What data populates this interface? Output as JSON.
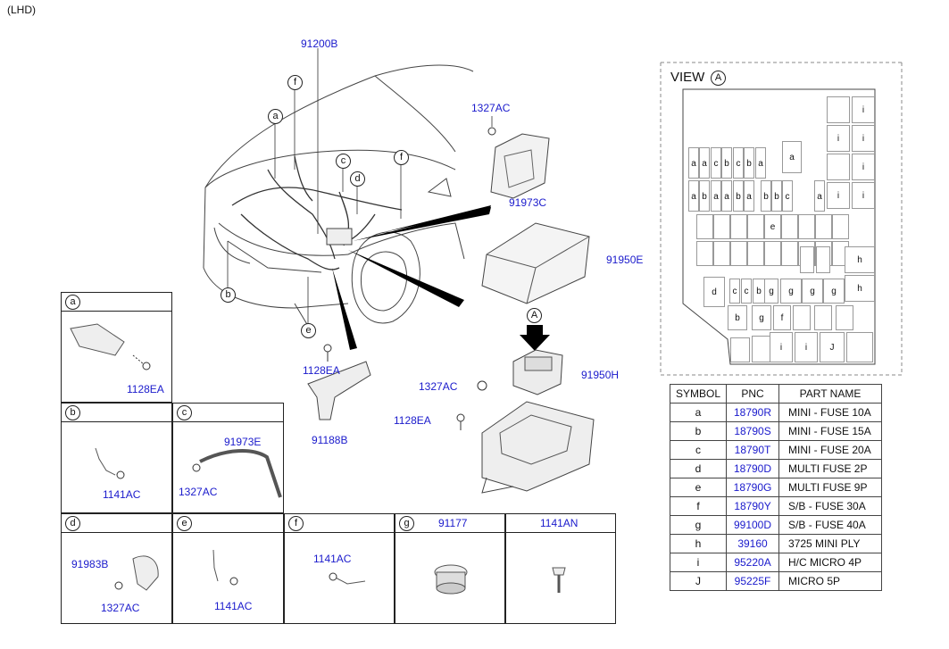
{
  "header": {
    "variant": "(LHD)"
  },
  "callouts": {
    "main_harness": "91200B",
    "bracket_screw_top": "1327AC",
    "cover": "91973C",
    "junction_box_cover": "91950E",
    "junction_box": "91950H",
    "jb_screw": "1327AC",
    "jb_bolt": "1128EA",
    "bracket_bolt": "1128EA",
    "bracket": "91188B",
    "view_marker": "A"
  },
  "circle_labels": {
    "a": "a",
    "b": "b",
    "c": "c",
    "d": "d",
    "e": "e",
    "f1": "f",
    "f2": "f"
  },
  "detail_panels": {
    "a": {
      "letter": "a",
      "part1": "1128EA"
    },
    "b": {
      "letter": "b",
      "part1": "1141AC"
    },
    "c": {
      "letter": "c",
      "part1": "91973E",
      "part2": "1327AC"
    },
    "d": {
      "letter": "d",
      "part1": "91983B",
      "part2": "1327AC"
    },
    "e": {
      "letter": "e",
      "part1": "1141AC"
    },
    "f": {
      "letter": "f",
      "part1": "1141AC"
    },
    "g": {
      "letter": "g",
      "header": "91177"
    },
    "h": {
      "header": "1141AN"
    }
  },
  "view": {
    "title": "VIEW",
    "marker": "A",
    "fuse_row1": [
      "a",
      "a",
      "c",
      "b",
      "c",
      "b",
      "a"
    ],
    "fuse_row2": [
      "a",
      "b",
      "a",
      "a",
      "b",
      "a",
      "b",
      "b",
      "c",
      "a"
    ],
    "fuse_row_c": [
      "c",
      "c",
      "b",
      "g",
      "g",
      "g",
      "g"
    ],
    "fuse_row_d": [
      "b",
      "g",
      "f"
    ],
    "right_i": [
      "i",
      "i",
      "i",
      "i",
      "i",
      "i"
    ],
    "misc": {
      "d": "d",
      "e": "e",
      "h1": "h",
      "h2": "h",
      "a_small": "a",
      "i1": "i",
      "i2": "i",
      "J": "J"
    }
  },
  "parts_table": {
    "headers": [
      "SYMBOL",
      "PNC",
      "PART NAME"
    ],
    "rows": [
      {
        "symbol": "a",
        "pnc": "18790R",
        "name": "MINI - FUSE 10A"
      },
      {
        "symbol": "b",
        "pnc": "18790S",
        "name": "MINI - FUSE 15A"
      },
      {
        "symbol": "c",
        "pnc": "18790T",
        "name": "MINI - FUSE 20A"
      },
      {
        "symbol": "d",
        "pnc": "18790D",
        "name": "MULTI FUSE 2P"
      },
      {
        "symbol": "e",
        "pnc": "18790G",
        "name": "MULTI FUSE 9P"
      },
      {
        "symbol": "f",
        "pnc": "18790Y",
        "name": "S/B - FUSE 30A"
      },
      {
        "symbol": "g",
        "pnc": "99100D",
        "name": "S/B - FUSE 40A"
      },
      {
        "symbol": "h",
        "pnc": "39160",
        "name": "3725 MINI PLY"
      },
      {
        "symbol": "i",
        "pnc": "95220A",
        "name": "H/C MICRO 4P"
      },
      {
        "symbol": "J",
        "pnc": "95225F",
        "name": "MICRO 5P"
      }
    ]
  }
}
